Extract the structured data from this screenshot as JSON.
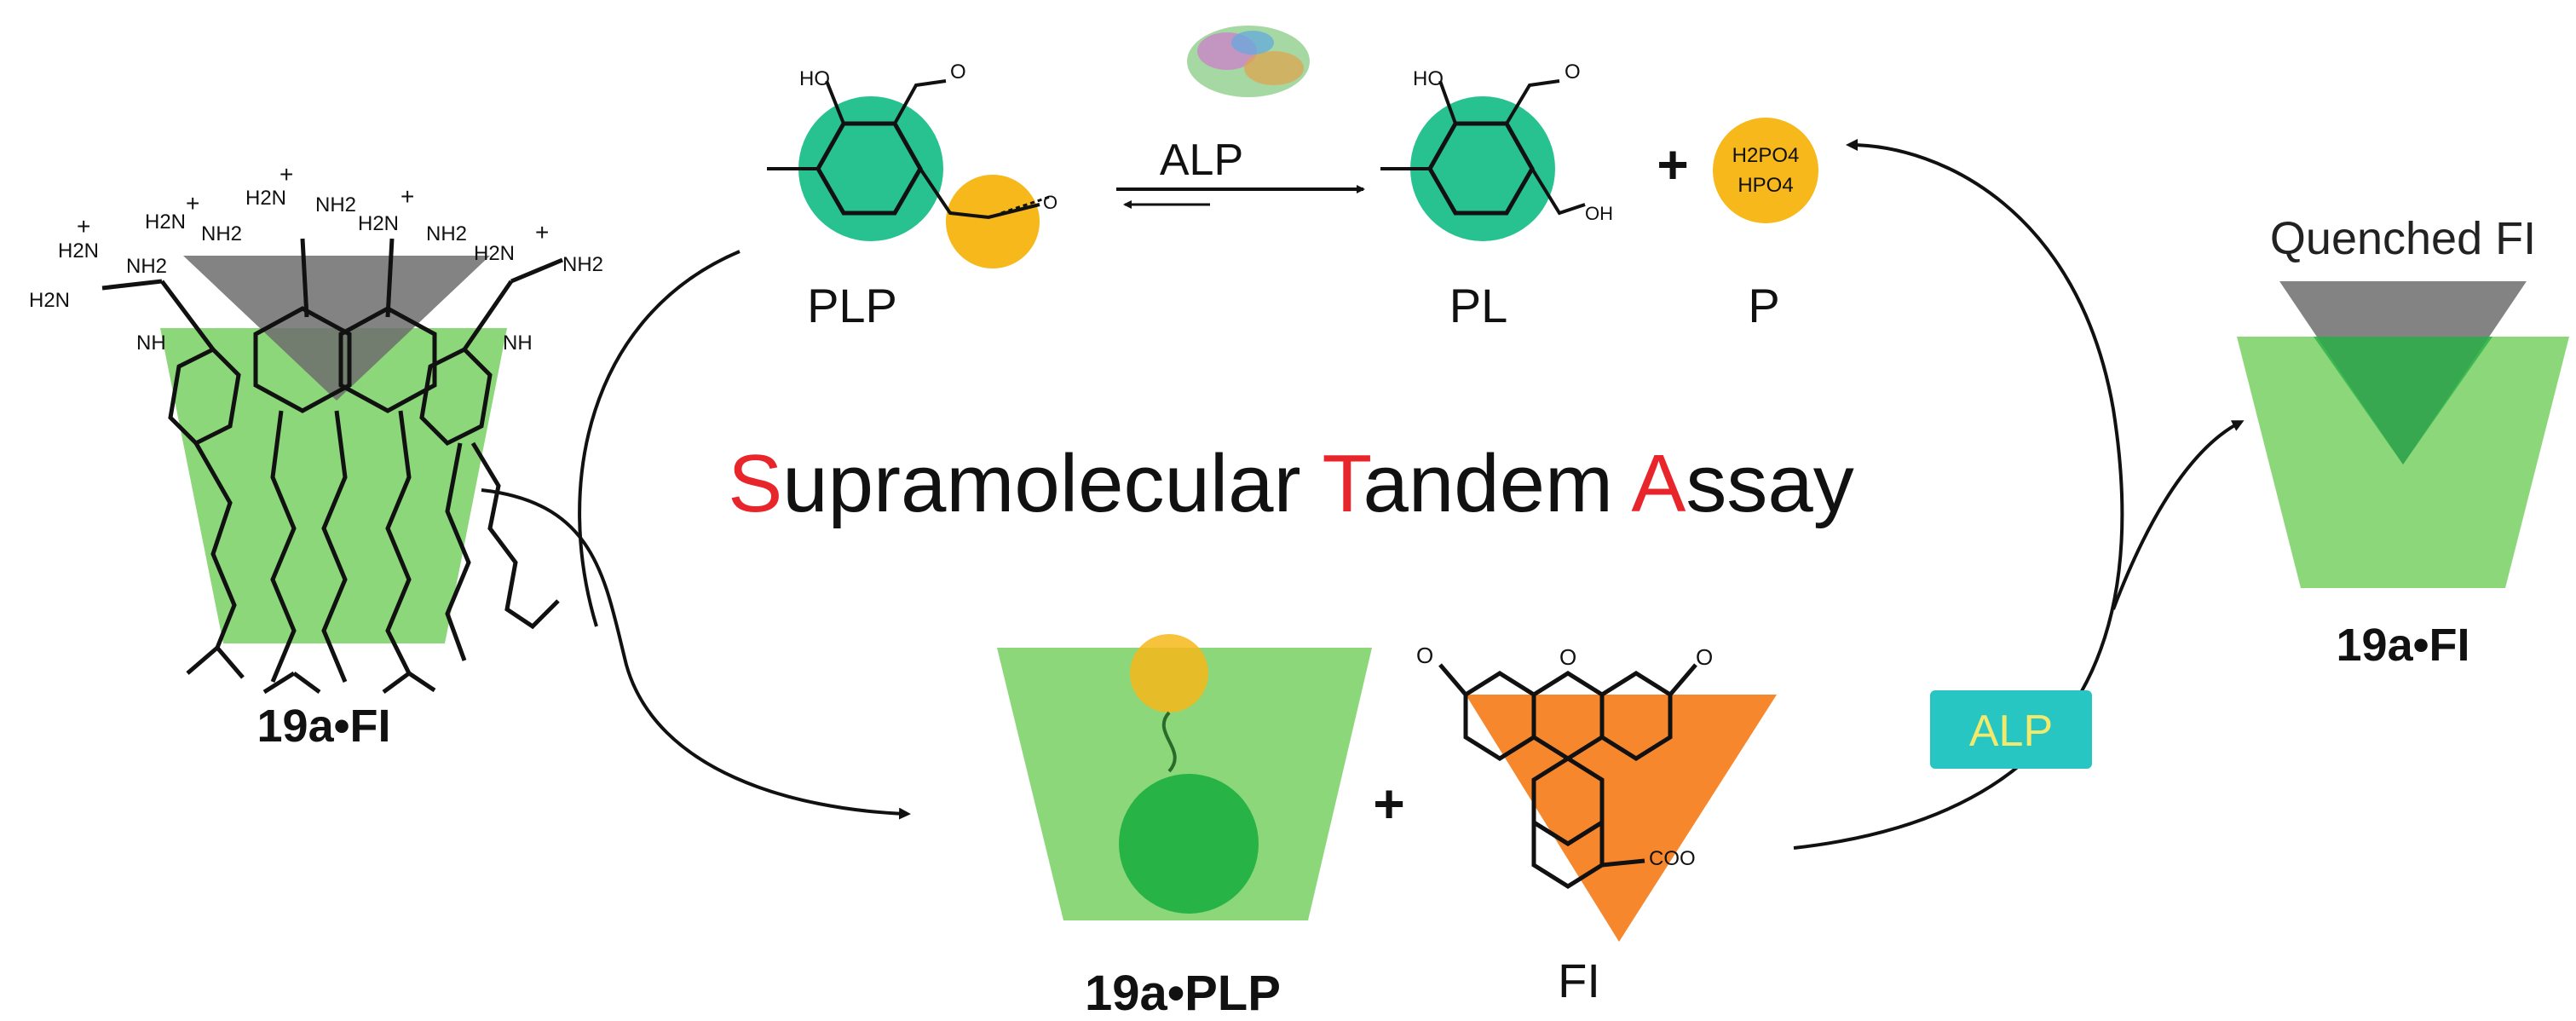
{
  "title": {
    "letter1": "S",
    "rest1": "upramolecular ",
    "letter2": "T",
    "rest2": "andem ",
    "letter3": "A",
    "rest3": "ssay"
  },
  "labels": {
    "host_complex_left": "19a•FI",
    "host_complex_right": "19a•FI",
    "host_plp_complex": "19a•PLP",
    "fluorescein": "FI",
    "plp": "PLP",
    "pl": "PL",
    "phosphate": "P",
    "enzyme": "ALP",
    "enzyme_badge": "ALP",
    "quenched": "Quenched FI",
    "plus1": "+",
    "plus2": "+"
  },
  "atoms": {
    "ho1": "HO",
    "ho2": "HO",
    "o_ald1": "O",
    "o_ald2": "O",
    "oh": "OH",
    "ominus": "O",
    "coo": "COO",
    "h2po4": "H2PO4",
    "hpo4": "HPO4",
    "o_fl": "O",
    "o_fl_left": "O",
    "nh": "NH",
    "h2n": "H2N",
    "nh2": "NH2",
    "plus_charge": "+"
  },
  "colors": {
    "title_accent": "#e8252b",
    "green_cup": "#7ed36a",
    "green_dark": "#28b347",
    "teal_circle": "#27c28f",
    "phosphate_yellow": "#f6b81a",
    "fluorescein_orange": "#f7872d",
    "quench_gray": "#7a7a7a",
    "badge_teal": "#28c6c2",
    "badge_text": "#f3ea6c"
  }
}
